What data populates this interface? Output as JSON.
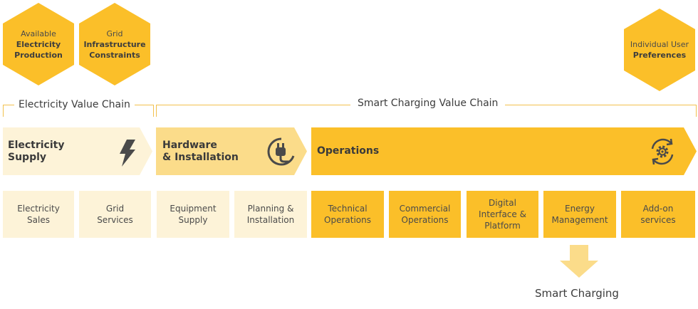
{
  "hexagons": [
    {
      "line1": "Available",
      "bold": "Electricity\nProduction"
    },
    {
      "line1": "Grid",
      "bold": "Infrastructure\nConstraints"
    },
    {
      "line1": "Individual User",
      "bold": "Preferences"
    }
  ],
  "chains": {
    "electricity": "Electricity Value Chain",
    "smart_charging": "Smart Charging Value Chain"
  },
  "stages": [
    {
      "title": "Electricity\nSupply",
      "icon": "lightning-icon"
    },
    {
      "title": "Hardware\n& Installation",
      "icon": "plug-icon"
    },
    {
      "title": "Operations",
      "icon": "gear-cycle-icon"
    }
  ],
  "boxes": [
    "Electricity\nSales",
    "Grid\nServices",
    "Equipment\nSupply",
    "Planning &\nInstallation",
    "Technical\nOperations",
    "Commercial\nOperations",
    "Digital\nInterface &\nPlatform",
    "Energy\nManagement",
    "Add-on\nservices"
  ],
  "result": "Smart Charging",
  "colors": {
    "light": "#fdf3d8",
    "medium": "#fbdc8a",
    "strong": "#fbbf29",
    "hexagon": "#fbbf29"
  }
}
